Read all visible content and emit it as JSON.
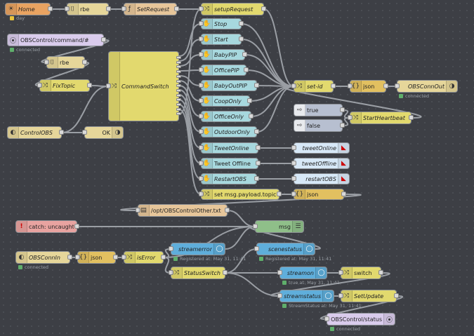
{
  "nodes": {
    "home": {
      "label": "Home",
      "status": "day"
    },
    "rbe_top": {
      "label": "rbe"
    },
    "set_request": {
      "label": "SetRequest"
    },
    "setup_request": {
      "label": "setupRequest"
    },
    "obs_command_in": {
      "label": "OBSControl/command/#",
      "status": "connected"
    },
    "rbe_mid": {
      "label": "rbe"
    },
    "fix_topic": {
      "label": "FixTopic"
    },
    "command_switch": {
      "label": "CommandSwitch"
    },
    "control_obs": {
      "label": "ControlOBS"
    },
    "ok": {
      "label": "OK"
    },
    "cmd_stop": {
      "label": "Stop"
    },
    "cmd_start": {
      "label": "Start"
    },
    "cmd_babypip": {
      "label": "BabyPIP"
    },
    "cmd_officepip": {
      "label": "OfficePIP"
    },
    "cmd_babyoutpip": {
      "label": "BabyOutPIP"
    },
    "cmd_cooponly": {
      "label": "CoopOnly"
    },
    "cmd_officeonly": {
      "label": "OfficeOnly"
    },
    "cmd_outdooronly": {
      "label": "OutdoorOnly"
    },
    "cmd_tweetonline": {
      "label": "TweetOnline"
    },
    "cmd_tweetoffline": {
      "label": "Tweet Offline"
    },
    "cmd_restartobs": {
      "label": "RestartOBS"
    },
    "set_payload_topic": {
      "label": "set msg.payload.topic"
    },
    "json_mid": {
      "label": "json"
    },
    "set_id": {
      "label": "set-id"
    },
    "json_top": {
      "label": "json"
    },
    "obs_conn_out": {
      "label": "OBSConnOut",
      "status": "connected"
    },
    "true_inject": {
      "label": "true"
    },
    "false_inject": {
      "label": "false"
    },
    "start_heartbeat": {
      "label": "StartHeartbeat"
    },
    "tweet_online_out": {
      "label": "tweetOnline"
    },
    "tweet_offline_out": {
      "label": "tweetOffline"
    },
    "restart_obs_out": {
      "label": "restartOBS"
    },
    "file_node": {
      "label": "/opt/OBSControlOther.txt"
    },
    "catch_uncaught": {
      "label": "catch: uncaught"
    },
    "msg_debug": {
      "label": "msg"
    },
    "obs_conn_in": {
      "label": "OBSConnIn",
      "status": "connected"
    },
    "json_bottom": {
      "label": "json"
    },
    "is_error": {
      "label": "isError"
    },
    "stream_error": {
      "label": "streamerror",
      "status": "Registered at: May 31, 11:41"
    },
    "status_switch": {
      "label": "StatusSwitch"
    },
    "scene_status": {
      "label": "scenestatus",
      "status": "Registered at: May 31, 11:41"
    },
    "stream_on": {
      "label": "streamon",
      "status": "true at: May 31, 11:41"
    },
    "switch_node": {
      "label": "switch"
    },
    "stream_status": {
      "label": "streamstatus",
      "status": "StreamStatus at: May 31, 11:41"
    },
    "set_update": {
      "label": "SetUpdate"
    },
    "obs_status_out": {
      "label": "OBSControl/status",
      "status": "connected"
    }
  },
  "colors": {
    "canvas": "#3d3f45",
    "wire": "#9a9ea4",
    "status_connected": "#5fae6b",
    "status_day": "#e8c33c"
  }
}
